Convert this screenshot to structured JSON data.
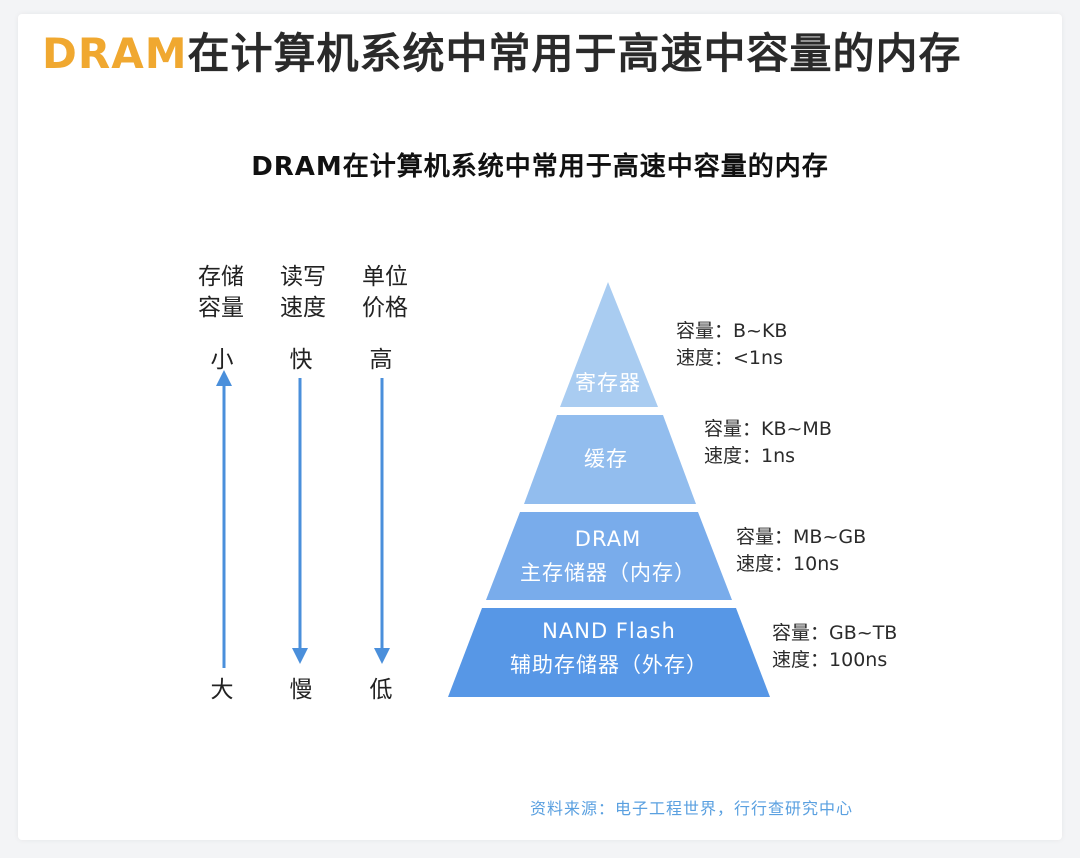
{
  "header": {
    "accent": "DRAM",
    "rest": "在计算机系统中常用于高速中容量的内存"
  },
  "title": "DRAM在计算机系统中常用于高速中容量的内存",
  "columns": [
    {
      "line1": "存储",
      "line2": "容量",
      "top": "小",
      "bottom": "大",
      "arrow": "up"
    },
    {
      "line1": "读写",
      "line2": "速度",
      "top": "快",
      "bottom": "慢",
      "arrow": "down"
    },
    {
      "line1": "单位",
      "line2": "价格",
      "top": "高",
      "bottom": "低",
      "arrow": "down"
    }
  ],
  "pyramid": [
    {
      "line1": "寄存器",
      "line2": "",
      "capacity_label": "容量：",
      "capacity": "B~KB",
      "speed_label": "速度：",
      "speed": "<1ns"
    },
    {
      "line1": "缓存",
      "line2": "",
      "capacity_label": "容量：",
      "capacity": "KB~MB",
      "speed_label": "速度：",
      "speed": "1ns"
    },
    {
      "line1": "DRAM",
      "line2": "主存储器（内存）",
      "capacity_label": "容量：",
      "capacity": "MB~GB",
      "speed_label": "速度：",
      "speed": "10ns"
    },
    {
      "line1": "NAND Flash",
      "line2": "辅助存储器（外存）",
      "capacity_label": "容量：",
      "capacity": "GB~TB",
      "speed_label": "速度：",
      "speed": "100ns"
    }
  ],
  "source": "资料来源：电子工程世界，行行查研究中心",
  "colors": {
    "accent": "#f0a830",
    "arrow": "#4a8fdb",
    "tier1": "#a9ccf1",
    "tier2": "#92bdee",
    "tier3": "#79aceb",
    "tier4": "#5797e6"
  }
}
